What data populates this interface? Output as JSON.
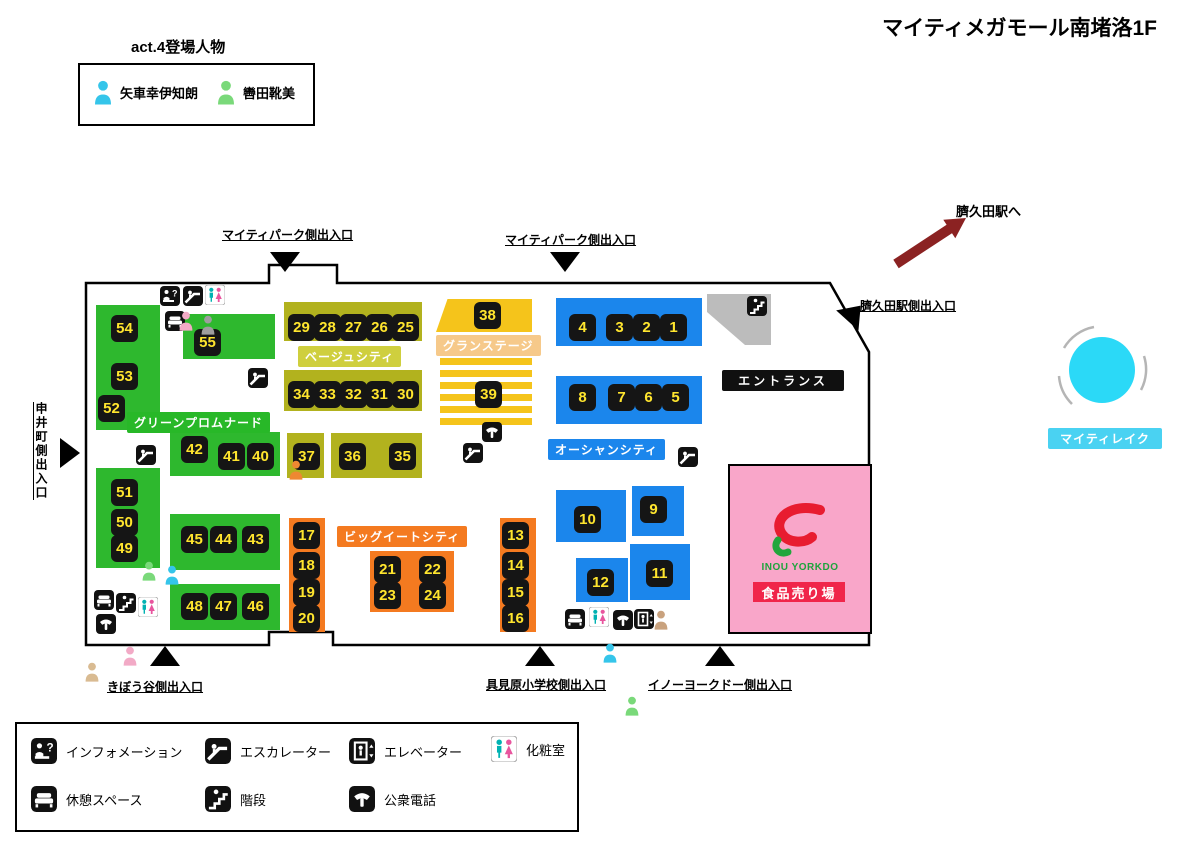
{
  "title": "マイティメガモール南堵洛1F",
  "cast": {
    "heading": "act.4登場人物",
    "members": [
      {
        "name": "矢車幸伊知朗",
        "color": "#35c5ea"
      },
      {
        "name": "轡田靴美",
        "color": "#7ad97a"
      }
    ]
  },
  "station_arrow_label": "臍久田駅へ",
  "exits": {
    "park_left": "マイティパーク側出入口",
    "park_center": "マイティパーク側出入口",
    "station": "臍久田駅側出入口",
    "sarui_cho": "申井町側出入口",
    "kibou_dani": "きぼう谷側出入口",
    "gumihara": "具見原小学校側出入口",
    "inou_yorkdo": "イノーヨークドー側出入口"
  },
  "zones": {
    "green": {
      "label": "グリーンプロムナード",
      "color": "#2eb82e"
    },
    "beige": {
      "label": "ベージュシティ",
      "color": "#b2b21e"
    },
    "gran": {
      "label": "グランステージ",
      "color": "#f5c41b"
    },
    "ocean": {
      "label": "オーシャンシティ",
      "color": "#1b86ec"
    },
    "bigeat": {
      "label": "ビッグイートシティ",
      "color": "#f47a20"
    }
  },
  "entrance_label": "エントランス",
  "yorkdo": {
    "logo_text": "INOU YORKDO",
    "food_banner": "食品売り場",
    "block_color": "#f9a6c9"
  },
  "lake_label": "マイティレイク",
  "stores": {
    "green": [
      "54",
      "53",
      "52",
      "51",
      "50",
      "49",
      "55",
      "42",
      "41",
      "40",
      "45",
      "44",
      "43",
      "48",
      "47",
      "46"
    ],
    "beige": [
      "29",
      "28",
      "27",
      "26",
      "25",
      "34",
      "33",
      "32",
      "31",
      "30",
      "37",
      "36",
      "35"
    ],
    "gran": [
      "38",
      "39"
    ],
    "ocean": [
      "4",
      "3",
      "2",
      "1",
      "8",
      "7",
      "6",
      "5",
      "10",
      "9",
      "12",
      "11"
    ],
    "bigeat": [
      "17",
      "18",
      "19",
      "20",
      "21",
      "22",
      "23",
      "24",
      "13",
      "14",
      "15",
      "16"
    ]
  },
  "legend": {
    "information": "インフォメーション",
    "escalator": "エスカレーター",
    "elevator": "エレベーター",
    "restroom": "化粧室",
    "rest_space": "休憩スペース",
    "stairs": "階段",
    "phone": "公衆電話"
  }
}
